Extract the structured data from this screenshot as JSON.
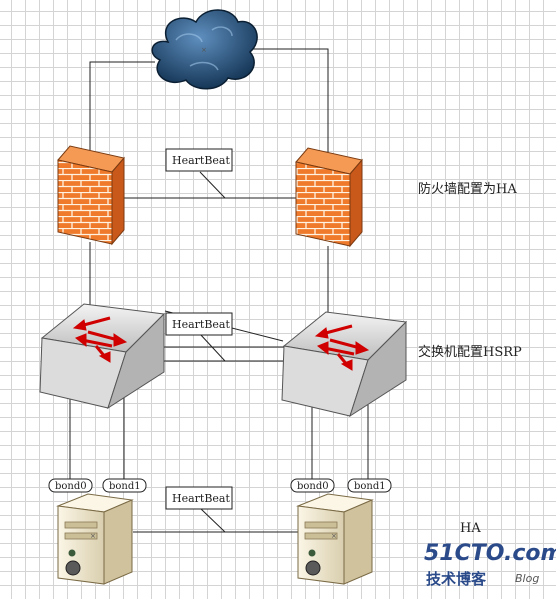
{
  "colors": {
    "line": "#222222",
    "firewall_brick": "#f07a2b",
    "firewall_mortar": "#ffffff",
    "switch_body": "#e8e8e8",
    "switch_arrow": "#d00000",
    "server_body": "#f1ead7",
    "cloud": "#1f4f7a",
    "watermark_blue": "#2a4a8a"
  },
  "heartbeat_labels": [
    "HeartBeat",
    "HeartBeat",
    "HeartBeat"
  ],
  "bond_labels": {
    "left_bond0": "bond0",
    "left_bond1": "bond1",
    "right_bond0": "bond0",
    "right_bond1": "bond1"
  },
  "annotations": {
    "firewall": "防火墙配置为HA",
    "switch": "交换机配置HSRP",
    "server": "HA"
  },
  "watermark": {
    "brand": "51CTO.com",
    "sub": "技术博客",
    "blog": "Blog"
  },
  "icons": [
    "cloud-icon",
    "firewall-icon",
    "switch-icon",
    "server-icon"
  ]
}
